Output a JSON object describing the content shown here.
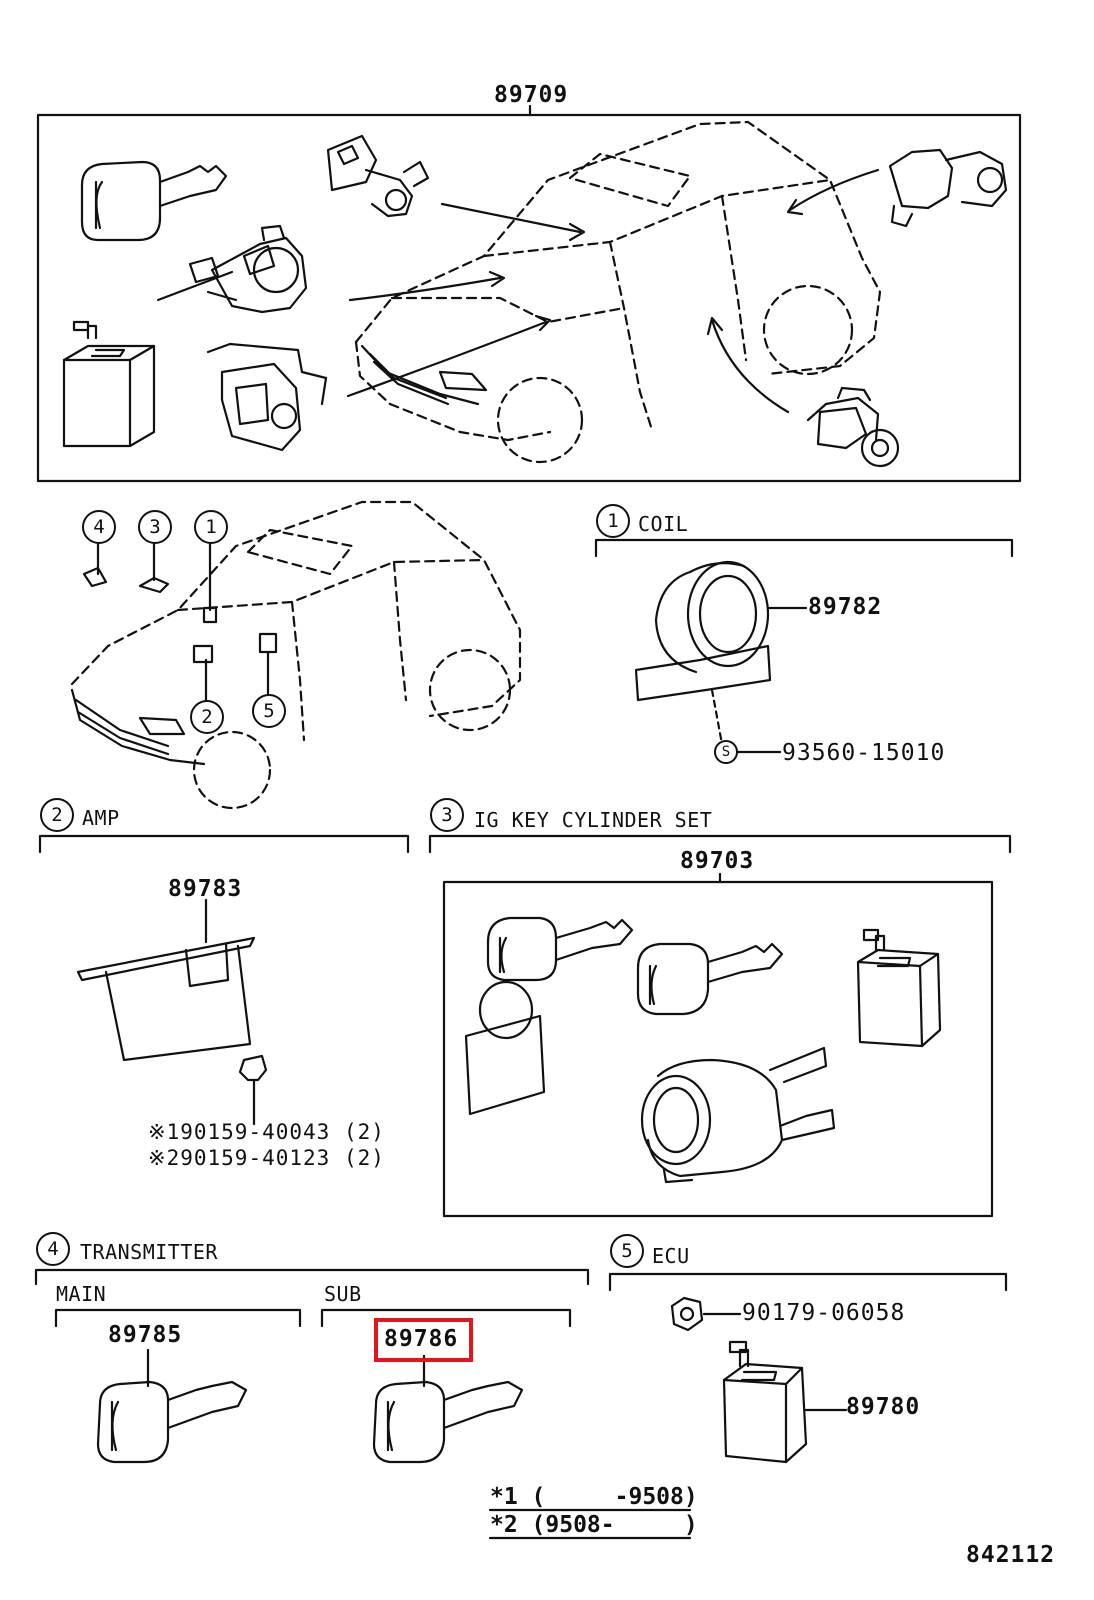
{
  "assembly": {
    "part_no": "89709"
  },
  "overview_callouts": {
    "c1": "1",
    "c2": "2",
    "c3": "3",
    "c4": "4",
    "c5": "5"
  },
  "sections": {
    "coil": {
      "num": "1",
      "title": "COIL",
      "part_no": "89782",
      "screw": "93560-15010",
      "s_mark": "S"
    },
    "amp": {
      "num": "2",
      "title": "AMP",
      "part_no": "89783",
      "screw_line1": "※190159-40043 (2)",
      "screw_line2": "※290159-40123 (2)"
    },
    "ig_key": {
      "num": "3",
      "title": "IG KEY CYLINDER SET",
      "part_no": "89703"
    },
    "transmitter": {
      "num": "4",
      "title": "TRANSMITTER",
      "main_label": "MAIN",
      "main_part_no": "89785",
      "sub_label": "SUB",
      "sub_part_no": "89786"
    },
    "ecu": {
      "num": "5",
      "title": "ECU",
      "nut": "90179-06058",
      "part_no": "89780"
    }
  },
  "footnote": {
    "line1": "*1 (     -9508)",
    "line2": "*2 (9508-     )"
  },
  "diagram_id": "842112",
  "highlight_color": "#e8141c"
}
